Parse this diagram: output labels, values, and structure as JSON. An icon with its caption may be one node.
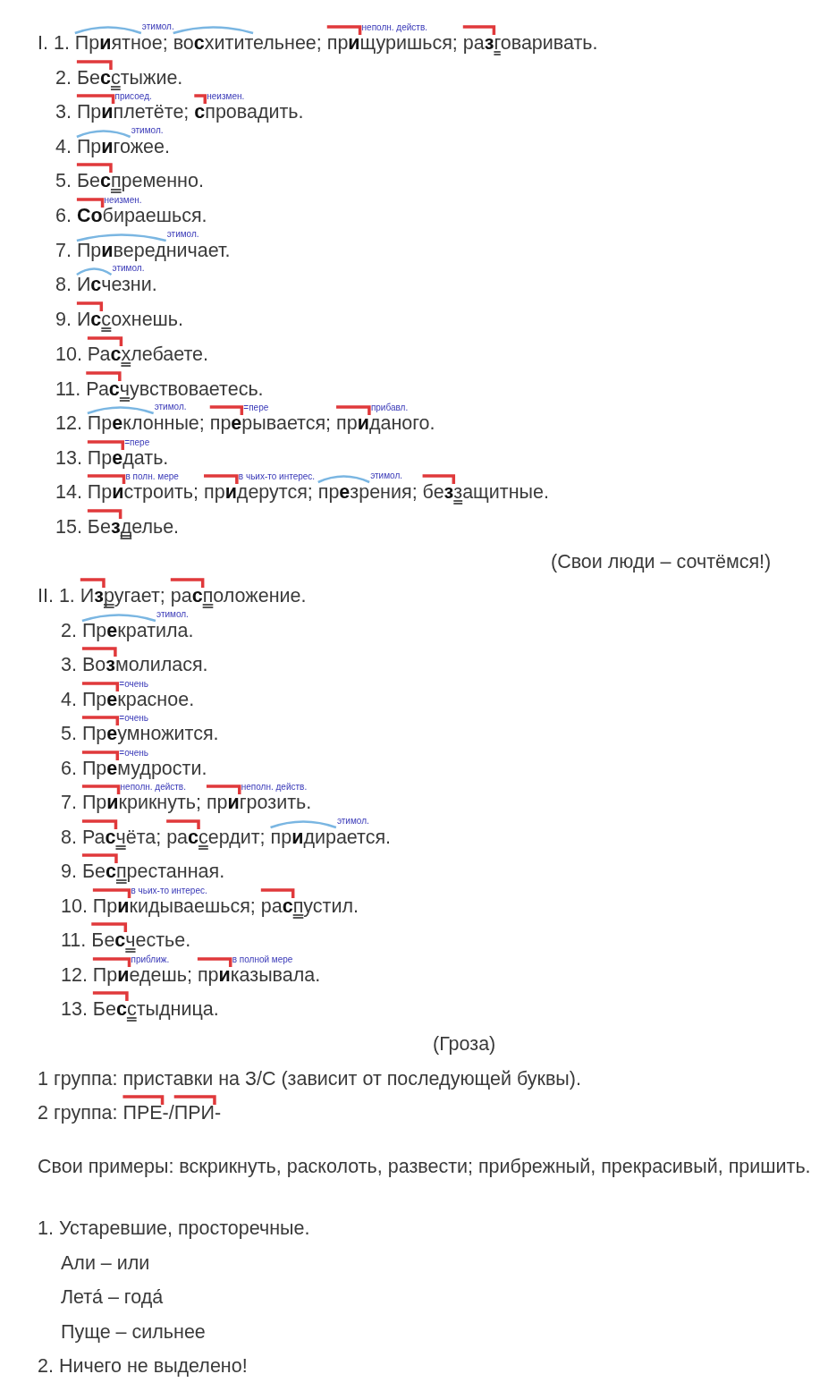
{
  "diagram": {
    "labels": [
      "этимол.",
      "неполн. действ.",
      "I. 1. Пр**и**ятное; во**с**хитительнее; пр**и**щуришься; ра**з**говаривать.",
      "2. Бе**с**стыжие.",
      "присоед.",
      "неизмен.",
      "3. Пр**и**плетёте; **с**провадить.",
      "этимол.",
      "4. Пр**и**гожее.",
      "5. Бе**с**пременно.",
      "неизмен.",
      "6. **Со**бираешься.",
      "этимол.",
      "7. Пр**и**вередничает.",
      "этимол.",
      "8. И**с**чезни.",
      "9. И**с**сохнешь.",
      "10. Ра**с**хлебаете.",
      "11. Ра**с**чувствоваетесь.",
      "этимол.",
      "=пере",
      "прибавл.",
      "12. Пр**е**клонные; пр**е**рывается; пр**и**даного.",
      "=пере",
      "13. Пр**е**дать.",
      "в полн. мере",
      "в чьих-то интерес.",
      "этимол.",
      "14. Пр**и**строить; пр**и**дерутся; пр**е**зрения; бе**з**защитные.",
      "15. Бе**з**делье.",
      "(Свои люди – сочтёмся!)",
      "II. 1. И**з**ругает; ра**с**положение.",
      "этимол.",
      "2. Пр**е**кратила.",
      "3. Во**з**молилася.",
      "=очень",
      "4. Пр**е**красное.",
      "=очень",
      "5. Пр**е**умножится.",
      "=очень",
      "6. Пр**е**мудрости.",
      "неполн. действ.",
      "неполн. действ.",
      "7. Пр**и**крикнуть; пр**и**грозить.",
      "этимол.",
      "8. Ра**с**чёта; ра**с**сердит; пр**и**дирается.",
      "9. Бе**с**престанная.",
      "в чьих-то интерес.",
      "10. Пр**и**кидываешься; ра**с**пустил.",
      "11. Бе**с**честье.",
      "приближ.",
      "в полной мере",
      "12. Пр**и**едешь; пр**и**казывала.",
      "13. Бе**с**стыдница.",
      "(Гроза)",
      "1 группа: приставки на З/С (зависит от последующей буквы).",
      "2 группа: ПРЕ-/ПРИ-",
      "Свои примеры: вскрикнуть, расколоть, развести; прибрежный, прекрасивый, пришить.",
      "1. Устаревшие, просторечные.",
      "Али – или",
      "Лета́ – года́",
      "Пуще – сильнее",
      "2. Ничего не выделено!"
    ]
  }
}
